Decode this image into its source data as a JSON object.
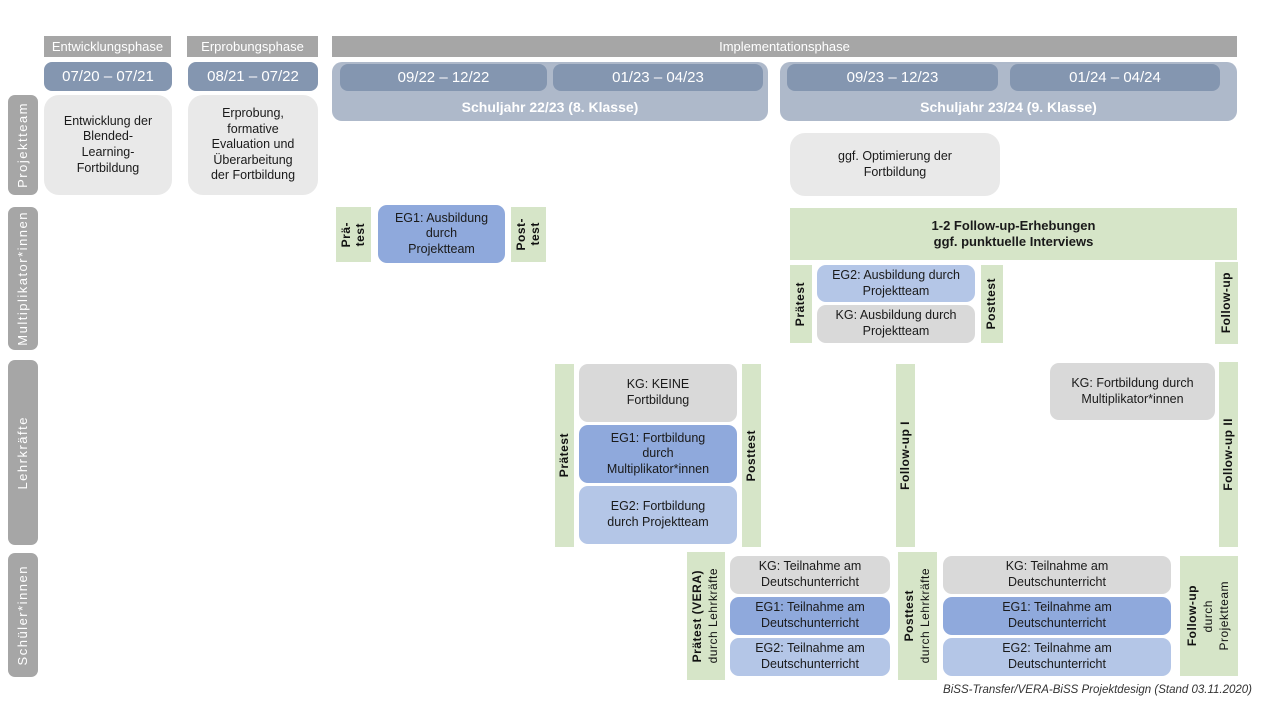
{
  "colors": {
    "phase_gray": "#a6a6a6",
    "date_blue": "#8496b0",
    "schoolyear_blue": "#aeb9ca",
    "light_gray_box": "#e9e9e9",
    "green": "#d6e5c8",
    "blue_mid": "#8fa9dc",
    "blue_light": "#b4c6e7",
    "kg_gray": "#d9d9d9"
  },
  "phases": {
    "entwicklung": "Entwicklungsphase",
    "erprobung": "Erprobungsphase",
    "implementation": "Implementationsphase"
  },
  "dates": {
    "d1": "07/20 – 07/21",
    "d2": "08/21 – 07/22",
    "d3": "09/22 – 12/22",
    "d4": "01/23 – 04/23",
    "d5": "09/23 – 12/23",
    "d6": "01/24 – 04/24"
  },
  "schoolyears": {
    "sy1": "Schuljahr 22/23 (8. Klasse)",
    "sy2": "Schuljahr 23/24 (9. Klasse)"
  },
  "row_labels": {
    "projektteam": "Projektteam",
    "multiplikatoren": "Multiplikator*innen",
    "lehrkraefte": "Lehrkräfte",
    "schueler": "Schüler*innen"
  },
  "projektteam": {
    "entwicklung_box": "Entwicklung der\nBlended-\nLearning-\nFortbildung",
    "erprobung_box": "Erprobung,\nformative\nEvaluation und\nÜberarbeitung\nder Fortbildung",
    "optimierung_box": "ggf. Optimierung der\nFortbildung"
  },
  "multiplikatoren": {
    "praetest_short": "Prä-\ntest",
    "eg1": "EG1: Ausbildung\ndurch\nProjektteam",
    "posttest_short": "Post-\ntest",
    "followup_survey": "1-2 Follow-up-Erhebungen\nggf. punktuelle Interviews",
    "praetest": "Prätest",
    "eg2": "EG2: Ausbildung durch\nProjektteam",
    "kg": "KG: Ausbildung durch\nProjektteam",
    "posttest": "Posttest",
    "followup": "Follow-up"
  },
  "lehrkraefte": {
    "praetest": "Prätest",
    "kg": "KG: KEINE\nFortbildung",
    "eg1": "EG1: Fortbildung\ndurch\nMultiplikator*innen",
    "eg2": "EG2: Fortbildung\ndurch Projektteam",
    "posttest": "Posttest",
    "followup1": "Follow-up I",
    "kg2": "KG: Fortbildung durch\nMultiplikator*innen",
    "followup2": "Follow-up II"
  },
  "schueler": {
    "praetest": "Prätest (VERA)",
    "praetest_sub": "durch Lehrkräfte",
    "kg": "KG: Teilnahme am\nDeutschunterricht",
    "eg1": "EG1: Teilnahme am\nDeutschunterricht",
    "eg2": "EG2: Teilnahme am\nDeutschunterricht",
    "posttest": "Posttest",
    "posttest_sub": "durch Lehrkräfte",
    "kg2": "KG: Teilnahme am\nDeutschunterricht",
    "eg1b": "EG1: Teilnahme am\nDeutschunterricht",
    "eg2b": "EG2: Teilnahme am\nDeutschunterricht",
    "followup": "Follow-up",
    "followup_sub1": "durch",
    "followup_sub2": "Projektteam"
  },
  "footer": "BiSS-Transfer/VERA-BiSS Projektdesign (Stand 03.11.2020)"
}
